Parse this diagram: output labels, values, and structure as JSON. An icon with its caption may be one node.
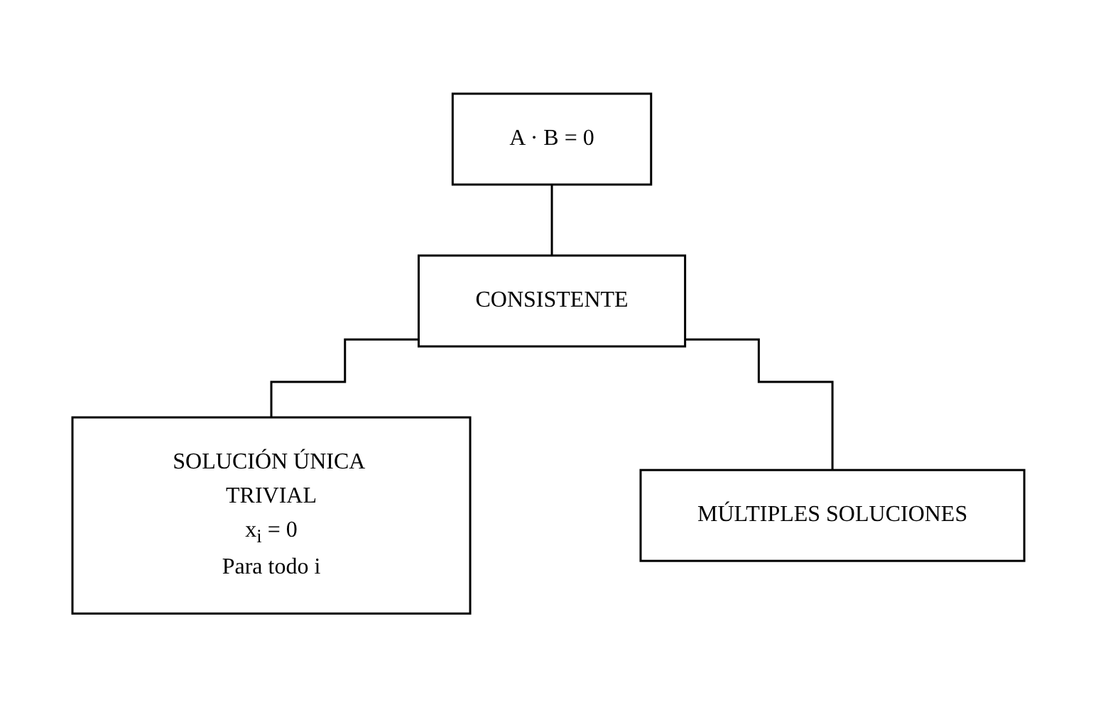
{
  "diagram": {
    "nodes": [
      {
        "text": [
          "A · B = 0"
        ]
      },
      {
        "text": [
          "CONSISTENTE"
        ]
      },
      {
        "text": [
          "SOLUCIÓN ÚNICA TRIVIAL",
          "x$_{i}$ = 0",
          "Para todo i"
        ]
      },
      {
        "text": [
          "MÚLTIPLES SOLUCIONES"
        ]
      }
    ],
    "edges": [
      {
        "from": 0,
        "to": 1,
        "arrow": "none"
      },
      {
        "from": 1,
        "to": 2,
        "arrow": "none"
      },
      {
        "from": 1,
        "to": 3,
        "arrow": "none"
      }
    ]
  }
}
